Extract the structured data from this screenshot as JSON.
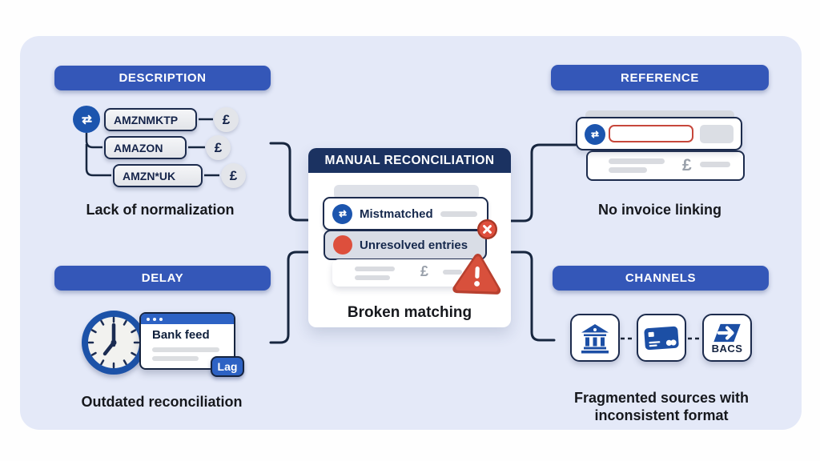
{
  "colors": {
    "panel_bg": "#e4e9f8",
    "pill_blue": "#3457b8",
    "header_navy": "#1b3261",
    "outline_navy": "#1c2b4d",
    "icon_blue": "#1c55ae",
    "alert_red": "#dd4f3c",
    "missing_field_red": "#c7473b",
    "placeholder_gray": "#d9dbe0",
    "text_dark": "#16181d"
  },
  "description": {
    "title": "DESCRIPTION",
    "items": [
      {
        "label": "AMZNMKTP"
      },
      {
        "label": "AMAZON"
      },
      {
        "label": "AMZN*UK"
      }
    ],
    "currency": "£",
    "caption": "Lack of normalization"
  },
  "reference": {
    "title": "REFERENCE",
    "currency": "£",
    "caption": "No invoice linking"
  },
  "center": {
    "title": "MANUAL RECONCILIATION",
    "row1": "Mistmatched",
    "row2": "Unresolved entries",
    "currency": "£",
    "caption": "Broken matching"
  },
  "delay": {
    "title": "DELAY",
    "window_title": "Bank feed",
    "badge": "Lag",
    "caption": "Outdated reconciliation"
  },
  "channels": {
    "title": "CHANNELS",
    "bacs_label": "BACS",
    "caption_line1": "Fragmented sources with",
    "caption_line2": "inconsistent format"
  }
}
